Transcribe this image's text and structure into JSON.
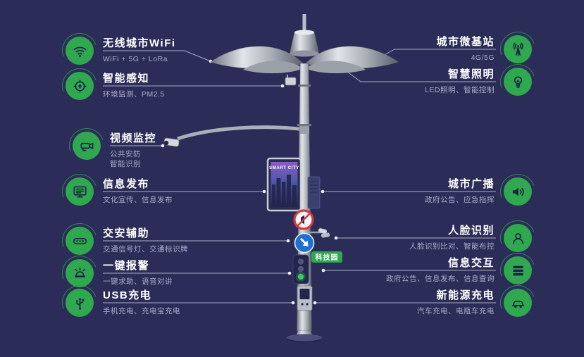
{
  "colors": {
    "bg": "#2b2d58",
    "green": "#2fa84f",
    "title": "#ffffff",
    "subtitle": "#a9aec8",
    "line": "#c9cede"
  },
  "left_features": [
    {
      "title": "无线城市WiFi",
      "subtitle": "WiFi + 5G + LoRa",
      "icon": "wifi-icon"
    },
    {
      "title": "智能感知",
      "subtitle": "环境监测、PM2.5",
      "icon": "sensor-icon"
    },
    {
      "title": "视频监控",
      "subtitle": "公共安防\n智能识别",
      "icon": "cctv-icon"
    },
    {
      "title": "信息发布",
      "subtitle": "文化宣传、信息发布",
      "icon": "display-icon"
    },
    {
      "title": "交安辅助",
      "subtitle": "交通信号灯、交通标识牌",
      "icon": "traffic-pill-icon"
    },
    {
      "title": "一键报警",
      "subtitle": "一键求助、语音对讲",
      "icon": "siren-icon"
    },
    {
      "title": "USB充电",
      "subtitle": "手机充电、充电宝充电",
      "icon": "usb-icon"
    }
  ],
  "right_features": [
    {
      "title": "城市微基站",
      "subtitle": "4G/5G",
      "icon": "antenna-icon"
    },
    {
      "title": "智慧照明",
      "subtitle": "LED照明、智能控制",
      "icon": "bulb-icon"
    },
    {
      "title": "城市广播",
      "subtitle": "政府公告、应急指挥",
      "icon": "megaphone-icon"
    },
    {
      "title": "人脸识别",
      "subtitle": "人脸识别比对、智能布控",
      "icon": "person-icon"
    },
    {
      "title": "信息交互",
      "subtitle": "政府公告、信息发布、信息查询",
      "icon": "list-icon"
    },
    {
      "title": "新能源充电",
      "subtitle": "汽车充电、电瓶车充电",
      "icon": "car-icon"
    }
  ],
  "pole": {
    "screen_text": "SMART CITY",
    "tag_label": "科技园"
  }
}
